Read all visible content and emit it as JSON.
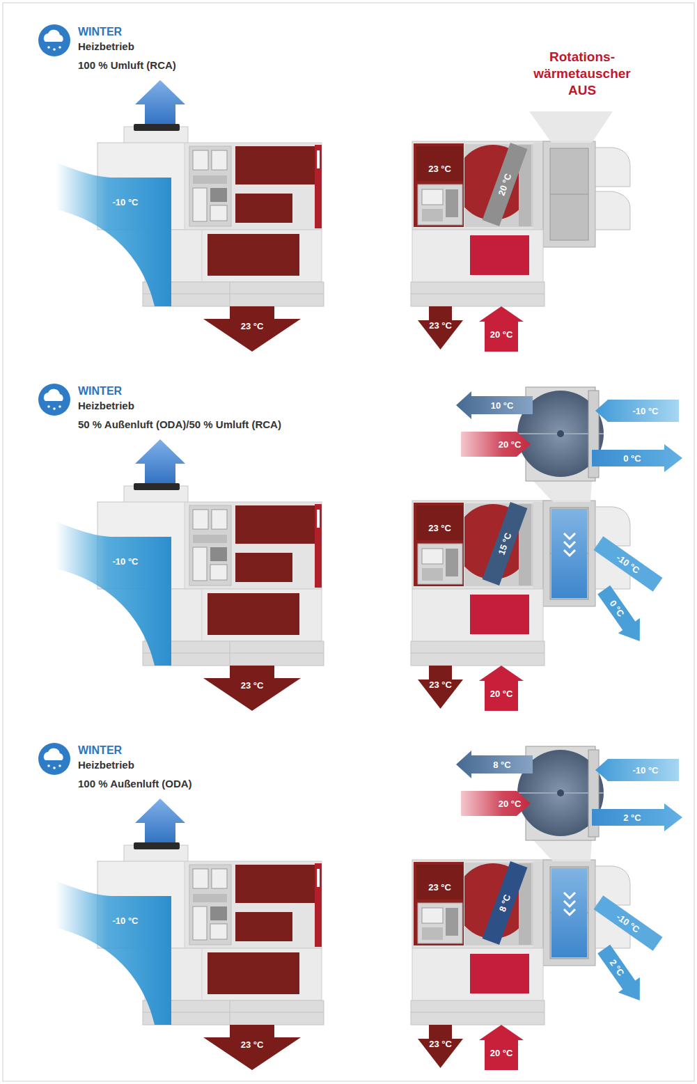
{
  "diagram": {
    "nodes": [
      {
        "text": [
          "-10 °C"
        ]
      },
      {
        "text": [
          "23 °C"
        ]
      },
      {
        "text": [
          "23 °C"
        ]
      },
      {
        "text": [
          "20 °C"
        ]
      },
      {
        "text": [
          "23 °C"
        ]
      },
      {
        "text": [
          "20 °C"
        ]
      },
      {
        "text": [
          "-10 °C"
        ]
      },
      {
        "text": [
          "23 °C"
        ]
      },
      {
        "text": [
          "10 °C"
        ]
      },
      {
        "text": [
          "-10 °C"
        ]
      },
      {
        "text": [
          "20 °C"
        ]
      },
      {
        "text": [
          "0 °C"
        ]
      },
      {
        "text": [
          "23 °C"
        ]
      },
      {
        "text": [
          "15 °C"
        ]
      },
      {
        "text": [
          "-10 °C"
        ]
      },
      {
        "text": [
          "0 °C"
        ]
      },
      {
        "text": [
          "23 °C"
        ]
      },
      {
        "text": [
          "20 °C"
        ]
      },
      {
        "text": [
          "-10 °C"
        ]
      },
      {
        "text": [
          "23 °C"
        ]
      },
      {
        "text": [
          "8 °C"
        ]
      },
      {
        "text": [
          "-10 °C"
        ]
      },
      {
        "text": [
          "20 °C"
        ]
      },
      {
        "text": [
          "2 °C"
        ]
      },
      {
        "text": [
          "23 °C"
        ]
      },
      {
        "text": [
          "8 °C"
        ]
      },
      {
        "text": [
          "-10 °C"
        ]
      },
      {
        "text": [
          "2 °C"
        ]
      },
      {
        "text": [
          "23 °C"
        ]
      },
      {
        "text": [
          "20 °C"
        ]
      }
    ],
    "labels": [
      "WINTER",
      "Heizbetrieb",
      "100 % Umluft (RCA)",
      "Rotations- wärmetauscher AUS",
      "WINTER",
      "Heizbetrieb",
      "50 % Außenluft (ODA)/50 % Umluft (RCA)",
      "WINTER",
      "Heizbetrieb",
      "100 % Außenluft (ODA)"
    ]
  }
}
